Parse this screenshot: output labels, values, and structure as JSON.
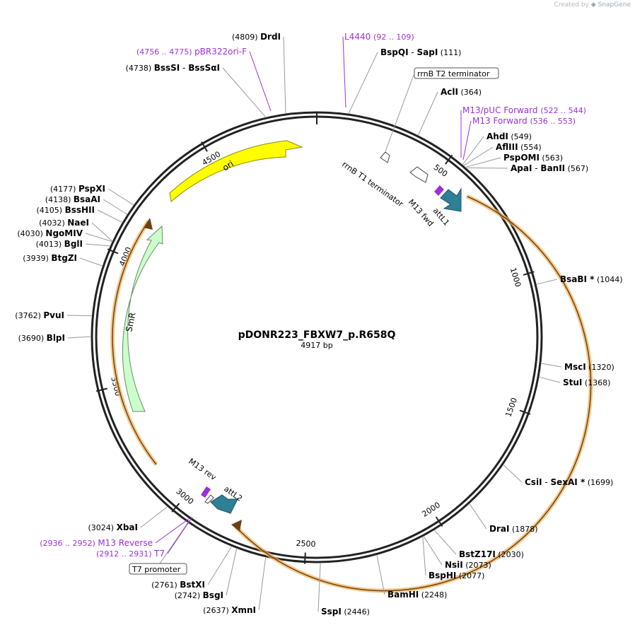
{
  "credit": {
    "prefix": "Created by",
    "brand": "SnapGene",
    "logo_icon": "snapgene-logo-icon"
  },
  "plasmid": {
    "name": "pDONR223_FBXW7_p.R658Q",
    "length_label": "4917 bp",
    "length": 4917
  },
  "colors": {
    "enzyme": "#000000",
    "primer": "#9b30d9",
    "ori": "#ffff00",
    "smr": "#ccffcc",
    "att": "#2f7f96",
    "cds_outline": "#f0b25a"
  },
  "ticks": [
    {
      "pos": 500,
      "label": "500"
    },
    {
      "pos": 1000,
      "label": "1000"
    },
    {
      "pos": 1500,
      "label": "1500"
    },
    {
      "pos": 2000,
      "label": "2000"
    },
    {
      "pos": 2500,
      "label": "2500"
    },
    {
      "pos": 3000,
      "label": "3000"
    },
    {
      "pos": 3500,
      "label": "3500"
    },
    {
      "pos": 4000,
      "label": "4000"
    },
    {
      "pos": 4500,
      "label": "4500"
    }
  ],
  "sites": [
    {
      "pos": "(4809)",
      "name": "DrdI",
      "bp": 4809
    },
    {
      "pos": "(111)",
      "name": "BspQI",
      "alt": "SapI",
      "bp": 111
    },
    {
      "pos": "(364)",
      "name": "AclI",
      "bp": 364
    },
    {
      "pos": "(549)",
      "name": "AhdI",
      "bp": 549
    },
    {
      "pos": "(554)",
      "name": "AflIII",
      "bp": 554
    },
    {
      "pos": "(563)",
      "name": "PspOMI",
      "bp": 563
    },
    {
      "pos": "(567)",
      "name": "ApaI",
      "alt": "BanII",
      "bp": 567
    },
    {
      "pos": "(1044)",
      "name": "BsaBI *",
      "bp": 1044
    },
    {
      "pos": "(1320)",
      "name": "MscI",
      "bp": 1320
    },
    {
      "pos": "(1368)",
      "name": "StuI",
      "bp": 1368
    },
    {
      "pos": "(1699)",
      "name": "CsiI",
      "alt": "SexAI *",
      "bp": 1699
    },
    {
      "pos": "(1878)",
      "name": "DraI",
      "bp": 1878
    },
    {
      "pos": "(2030)",
      "name": "BstZ17I",
      "bp": 2030
    },
    {
      "pos": "(2073)",
      "name": "NsiI",
      "bp": 2073
    },
    {
      "pos": "(2077)",
      "name": "BspHI",
      "bp": 2077
    },
    {
      "pos": "(2248)",
      "name": "BamHI",
      "bp": 2248
    },
    {
      "pos": "(2446)",
      "name": "SspI",
      "bp": 2446
    },
    {
      "pos": "(2637)",
      "name": "XmnI",
      "bp": 2637
    },
    {
      "pos": "(2742)",
      "name": "BsgI",
      "bp": 2742
    },
    {
      "pos": "(2761)",
      "name": "BstXI",
      "bp": 2761
    },
    {
      "pos": "(3024)",
      "name": "XbaI",
      "bp": 3024
    },
    {
      "pos": "(3690)",
      "name": "BlpI",
      "bp": 3690
    },
    {
      "pos": "(3762)",
      "name": "PvuI",
      "bp": 3762
    },
    {
      "pos": "(3939)",
      "name": "BtgZI",
      "bp": 3939
    },
    {
      "pos": "(4013)",
      "name": "BglI",
      "bp": 4013
    },
    {
      "pos": "(4030)",
      "name": "NgoMIV",
      "bp": 4030
    },
    {
      "pos": "(4032)",
      "name": "NaeI",
      "bp": 4032
    },
    {
      "pos": "(4105)",
      "name": "BssHII",
      "bp": 4105
    },
    {
      "pos": "(4138)",
      "name": "BsaAI",
      "bp": 4138
    },
    {
      "pos": "(4177)",
      "name": "PspXI",
      "bp": 4177
    },
    {
      "pos": "(4738)",
      "name": "BssSI",
      "alt": "BssSαI",
      "bp": 4738
    }
  ],
  "primers": [
    {
      "name": "L4440",
      "range": "(92 .. 109)"
    },
    {
      "name": "M13/pUC Forward",
      "range": "(522 .. 544)"
    },
    {
      "name": "M13 Forward",
      "range": "(536 .. 553)"
    },
    {
      "name": "pBR322ori-F",
      "range": "(4756 .. 4775)"
    },
    {
      "name": "M13 Reverse",
      "range": "(2936 .. 2952)"
    },
    {
      "name": "T7",
      "range": "(2912 .. 2931)"
    }
  ],
  "boxed_features": {
    "rrnb_t2": "rrnB T2 terminator",
    "t7_promoter": "T7 promoter"
  },
  "features": {
    "ori": "ori",
    "smr": "SmR",
    "rrnb_t1": "rrnB T1 terminator",
    "m13_fwd": "M13 fwd",
    "attl1": "attL1",
    "m13_rev": "M13 rev",
    "attl2": "attL2"
  }
}
